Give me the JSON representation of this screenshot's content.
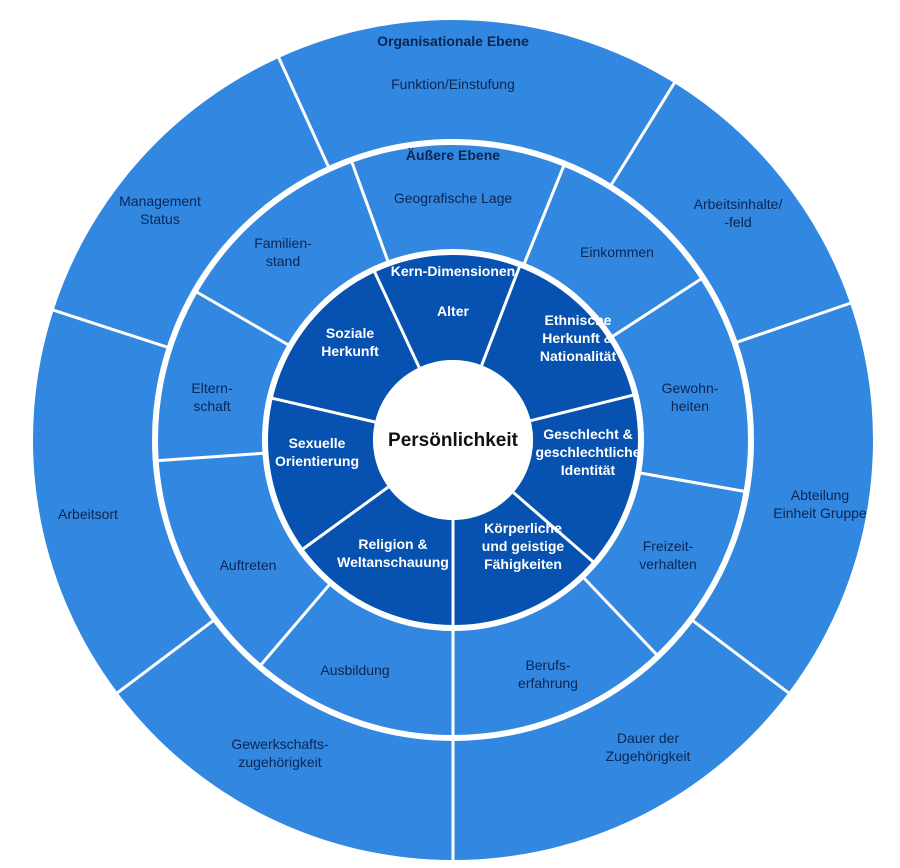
{
  "title": "Diversity-Dimensionen",
  "colors": {
    "outer_ring": "#3288e0",
    "middle_ring": "#3288e0",
    "core_ring": "#0752b0",
    "center": "#ffffff",
    "separator": "#ffffff",
    "dark_text": "#0c2552",
    "light_text": "#ffffff"
  },
  "center": {
    "label": "Persönlichkeit"
  },
  "rings": {
    "organizational": {
      "title": "Organisationale Ebene",
      "segments": [
        {
          "lines": [
            "Funktion/Einstufung"
          ]
        },
        {
          "lines": [
            "Arbeitsinhalte/",
            "-feld"
          ]
        },
        {
          "lines": [
            "Abteilung",
            "Einheit Gruppe"
          ]
        },
        {
          "lines": [
            "Dauer der",
            "Zugehörigkeit"
          ]
        },
        {
          "lines": [
            "Gewerkschafts-",
            "zugehörigkeit"
          ]
        },
        {
          "lines": [
            "Arbeitsort"
          ]
        },
        {
          "lines": [
            "Management",
            "Status"
          ]
        }
      ]
    },
    "external": {
      "title": "Äußere Ebene",
      "segments": [
        {
          "lines": [
            "Geografische Lage"
          ]
        },
        {
          "lines": [
            "Einkommen"
          ]
        },
        {
          "lines": [
            "Gewohn-",
            "heiten"
          ]
        },
        {
          "lines": [
            "Freizeit-",
            "verhalten"
          ]
        },
        {
          "lines": [
            "Berufs-",
            "erfahrung"
          ]
        },
        {
          "lines": [
            "Ausbildung"
          ]
        },
        {
          "lines": [
            "Auftreten"
          ]
        },
        {
          "lines": [
            "Eltern-",
            "schaft"
          ]
        },
        {
          "lines": [
            "Familien-",
            "stand"
          ]
        }
      ]
    },
    "core": {
      "title": "Kern-Dimensionen",
      "segments": [
        {
          "lines": [
            "Alter"
          ]
        },
        {
          "lines": [
            "Ethnische",
            "Herkunft &",
            "Nationalität"
          ]
        },
        {
          "lines": [
            "Geschlecht &",
            "geschlechtliche",
            "Identität"
          ]
        },
        {
          "lines": [
            "Körperliche",
            "und geistige",
            "Fähigkeiten"
          ]
        },
        {
          "lines": [
            "Religion &",
            "Weltanschauung"
          ]
        },
        {
          "lines": [
            "Sexuelle",
            "Orientierung"
          ]
        },
        {
          "lines": [
            "Soziale",
            "Herkunft"
          ]
        }
      ]
    }
  }
}
